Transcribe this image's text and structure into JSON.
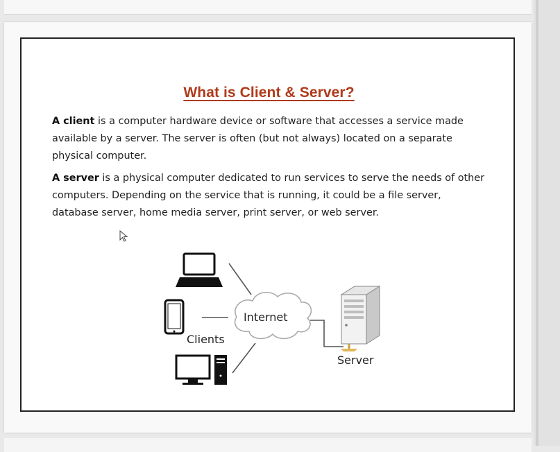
{
  "slide": {
    "title": "What is Client & Server?",
    "client_term": "A client",
    "client_text": " is a computer hardware device or software that accesses a service made available by a server. The server is often (but not always) located on a separate physical computer.",
    "server_term": "A server",
    "server_text": " is a physical computer dedicated to run services to serve the needs of other computers. Depending on the service that is running, it could be a file server, database server, home media server, print server, or web server."
  },
  "diagram": {
    "internet_label": "Internet",
    "clients_label": "Clients",
    "server_label": "Server",
    "icons": [
      "laptop-icon",
      "phone-icon",
      "desktop-icon",
      "cloud-icon",
      "server-tower-icon"
    ]
  },
  "colors": {
    "title": "#b03a1a",
    "text": "#222222",
    "frame": "#222222"
  }
}
